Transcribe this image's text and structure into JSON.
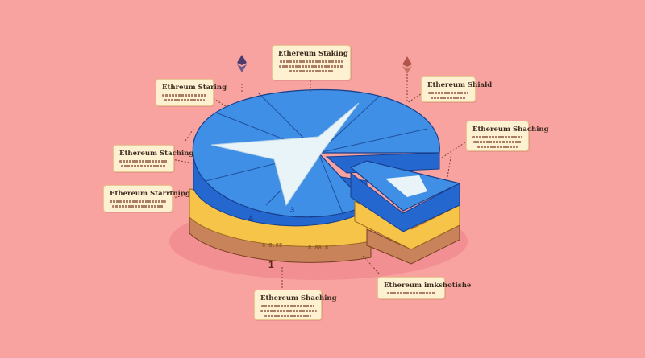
{
  "colors": {
    "background": "#f9a3a0",
    "pie_top": "#3f8fe6",
    "pie_side": "#2467cf",
    "gold_layer": "#f7c44a",
    "brown_layer": "#c9835a",
    "arrow": "#e9f4f8",
    "callout_bg": "#fdf1d2"
  },
  "diagram": {
    "icons": [
      "ethereum-icon",
      "ethereum-icon"
    ],
    "slice_numbers": [
      "4",
      "3",
      "1"
    ],
    "layer_labels": [
      "6 8.88",
      "8 88.8"
    ],
    "callouts": [
      {
        "id": "top-center",
        "title": "Ethereum Staking"
      },
      {
        "id": "top-left",
        "title": "Ethreum Staring"
      },
      {
        "id": "top-right",
        "title": "Ethereum Shiald"
      },
      {
        "id": "right",
        "title": "Ethereum Shaching"
      },
      {
        "id": "left-upper",
        "title": "Ethereum Staching"
      },
      {
        "id": "left-lower",
        "title": "Ethereum Starrtning"
      },
      {
        "id": "bottom-right",
        "title": "Ethereum imkshotishe"
      },
      {
        "id": "bottom-center",
        "title": "Ethereum Shaching"
      }
    ]
  }
}
